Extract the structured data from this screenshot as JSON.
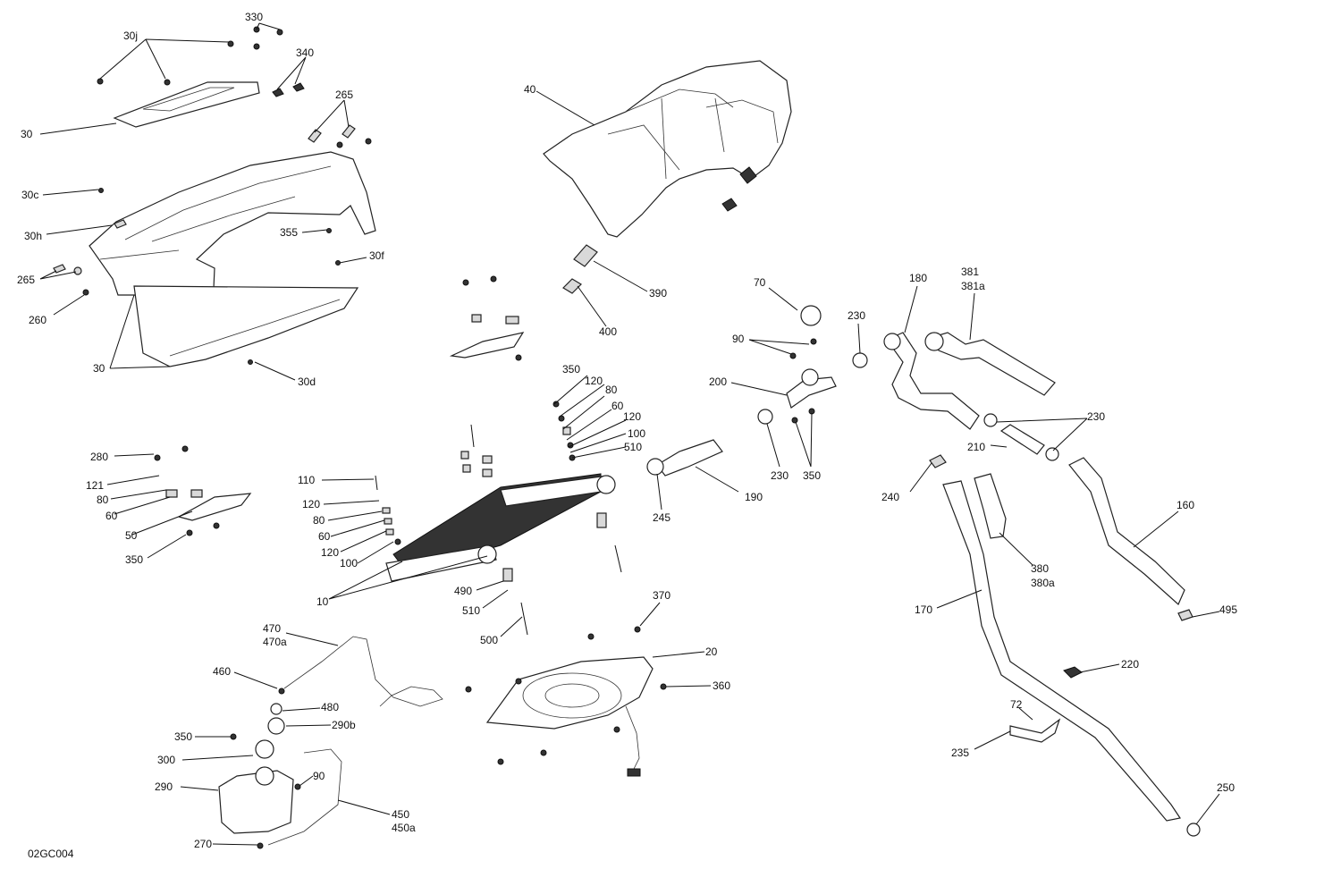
{
  "diagram_code": "02GC004",
  "callouts": [
    {
      "id": "c330",
      "text": "330"
    },
    {
      "id": "c30j",
      "text": "30j"
    },
    {
      "id": "c340",
      "text": "340"
    },
    {
      "id": "c265a",
      "text": "265"
    },
    {
      "id": "c30a",
      "text": "30"
    },
    {
      "id": "c30c",
      "text": "30c"
    },
    {
      "id": "c30h",
      "text": "30h"
    },
    {
      "id": "c355",
      "text": "355"
    },
    {
      "id": "c30f",
      "text": "30f"
    },
    {
      "id": "c265b",
      "text": "265"
    },
    {
      "id": "c260",
      "text": "260"
    },
    {
      "id": "c30b",
      "text": "30"
    },
    {
      "id": "c30d",
      "text": "30d"
    },
    {
      "id": "c40",
      "text": "40"
    },
    {
      "id": "c390",
      "text": "390"
    },
    {
      "id": "c400",
      "text": "400"
    },
    {
      "id": "c70",
      "text": "70"
    },
    {
      "id": "c90a",
      "text": "90"
    },
    {
      "id": "c200",
      "text": "200"
    },
    {
      "id": "c230a",
      "text": "230"
    },
    {
      "id": "c230b",
      "text": "230"
    },
    {
      "id": "c350a",
      "text": "350"
    },
    {
      "id": "c180",
      "text": "180"
    },
    {
      "id": "c381",
      "text": "381"
    },
    {
      "id": "c381a",
      "text": "381a"
    },
    {
      "id": "c230c",
      "text": "230"
    },
    {
      "id": "c210",
      "text": "210"
    },
    {
      "id": "c240",
      "text": "240"
    },
    {
      "id": "c160",
      "text": "160"
    },
    {
      "id": "c380",
      "text": "380"
    },
    {
      "id": "c380a",
      "text": "380a"
    },
    {
      "id": "c170",
      "text": "170"
    },
    {
      "id": "c495",
      "text": "495"
    },
    {
      "id": "c220",
      "text": "220"
    },
    {
      "id": "c72",
      "text": "72"
    },
    {
      "id": "c235",
      "text": "235"
    },
    {
      "id": "c250",
      "text": "250"
    },
    {
      "id": "c350b",
      "text": "350"
    },
    {
      "id": "c120a",
      "text": "120"
    },
    {
      "id": "c80a",
      "text": "80"
    },
    {
      "id": "c60a",
      "text": "60"
    },
    {
      "id": "c120b",
      "text": "120"
    },
    {
      "id": "c100a",
      "text": "100"
    },
    {
      "id": "c510a",
      "text": "510"
    },
    {
      "id": "c190",
      "text": "190"
    },
    {
      "id": "c245",
      "text": "245"
    },
    {
      "id": "c280",
      "text": "280"
    },
    {
      "id": "c121",
      "text": "121"
    },
    {
      "id": "c80b",
      "text": "80"
    },
    {
      "id": "c60b",
      "text": "60"
    },
    {
      "id": "c50",
      "text": "50"
    },
    {
      "id": "c350c",
      "text": "350"
    },
    {
      "id": "c110",
      "text": "110"
    },
    {
      "id": "c120c",
      "text": "120"
    },
    {
      "id": "c80c",
      "text": "80"
    },
    {
      "id": "c60c",
      "text": "60"
    },
    {
      "id": "c120d",
      "text": "120"
    },
    {
      "id": "c100b",
      "text": "100"
    },
    {
      "id": "c10",
      "text": "10"
    },
    {
      "id": "c490",
      "text": "490"
    },
    {
      "id": "c510b",
      "text": "510"
    },
    {
      "id": "c500",
      "text": "500"
    },
    {
      "id": "c370",
      "text": "370"
    },
    {
      "id": "c20",
      "text": "20"
    },
    {
      "id": "c360",
      "text": "360"
    },
    {
      "id": "c470",
      "text": "470"
    },
    {
      "id": "c470a",
      "text": "470a"
    },
    {
      "id": "c460",
      "text": "460"
    },
    {
      "id": "c480",
      "text": "480"
    },
    {
      "id": "c290b",
      "text": "290b"
    },
    {
      "id": "c350d",
      "text": "350"
    },
    {
      "id": "c300",
      "text": "300"
    },
    {
      "id": "c290",
      "text": "290"
    },
    {
      "id": "c90b",
      "text": "90"
    },
    {
      "id": "c450",
      "text": "450"
    },
    {
      "id": "c450a",
      "text": "450a"
    },
    {
      "id": "c270",
      "text": "270"
    }
  ]
}
